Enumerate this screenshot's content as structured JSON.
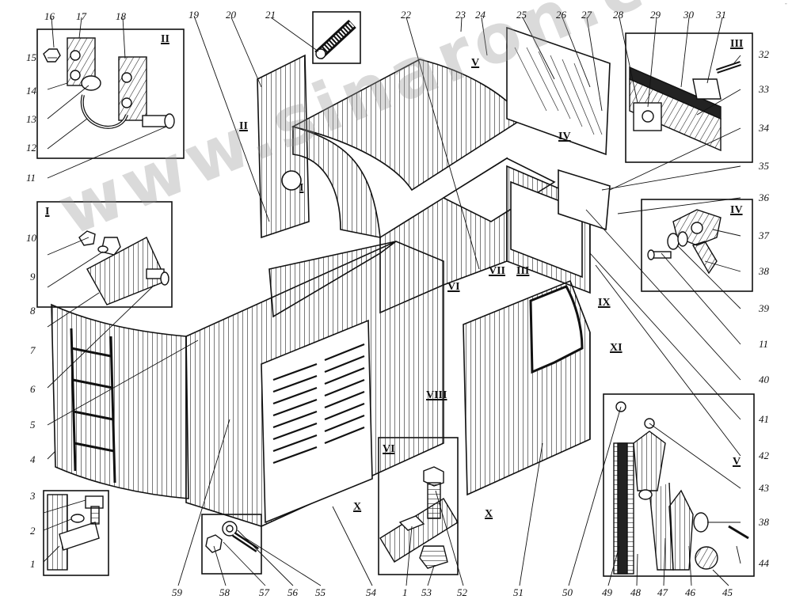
{
  "diagram": {
    "corner_mark": "-",
    "watermark": "www.sinaron.co.kz",
    "inset_titles": [
      "II",
      "I",
      "III",
      "IV",
      "VI",
      "V"
    ],
    "view_markers": [
      "I",
      "II",
      "III",
      "IV",
      "V",
      "VI",
      "VII",
      "VIII",
      "IX",
      "X",
      "X",
      "XI"
    ],
    "callouts": [
      "1",
      "2",
      "3",
      "4",
      "5",
      "6",
      "7",
      "8",
      "9",
      "10",
      "11",
      "12",
      "13",
      "14",
      "15",
      "16",
      "17",
      "18",
      "19",
      "20",
      "21",
      "22",
      "23",
      "24",
      "25",
      "26",
      "27",
      "28",
      "29",
      "30",
      "31",
      "32",
      "33",
      "34",
      "35",
      "36",
      "37",
      "38",
      "39",
      "11",
      "40",
      "41",
      "42",
      "43",
      "38",
      "44",
      "45",
      "46",
      "47",
      "48",
      "49",
      "50",
      "51",
      "52",
      "53",
      "1",
      "54",
      "55",
      "56",
      "57",
      "58",
      "59"
    ]
  }
}
